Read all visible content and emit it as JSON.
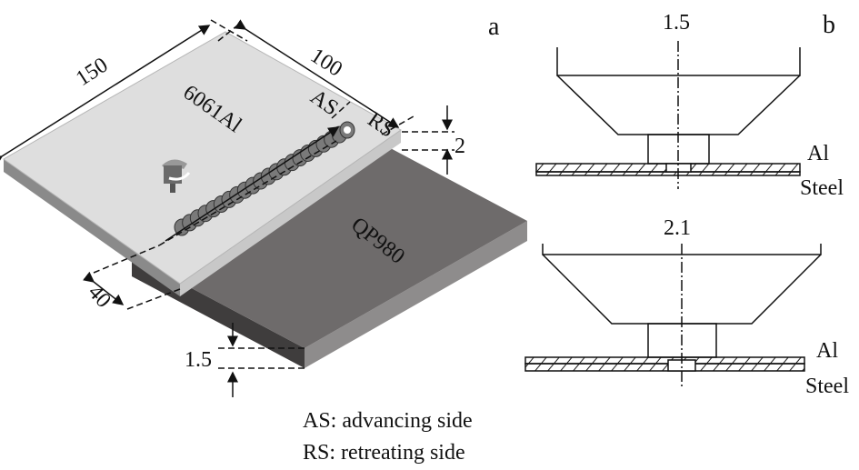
{
  "panel_a": {
    "label": "a",
    "dim_length": "150",
    "dim_width": "100",
    "dim_al_thickness": "2",
    "dim_overlap": "40",
    "dim_steel_thickness": "1.5",
    "al_plate": "6061Al",
    "steel_plate": "QP980",
    "advancing_side": "AS",
    "retreating_side": "RS",
    "legend": [
      "AS: advancing side",
      "RS: retreating side"
    ],
    "colors": {
      "al": "#d9d9d9",
      "steel": "#6e6b6b",
      "bead": "#7a7a7a"
    }
  },
  "panel_b": {
    "label": "b",
    "tools": [
      {
        "pin_length": "1.5",
        "top_label": "Al",
        "bottom_label": "Steel"
      },
      {
        "pin_length": "2.1",
        "top_label": "Al",
        "bottom_label": "Steel"
      }
    ]
  }
}
